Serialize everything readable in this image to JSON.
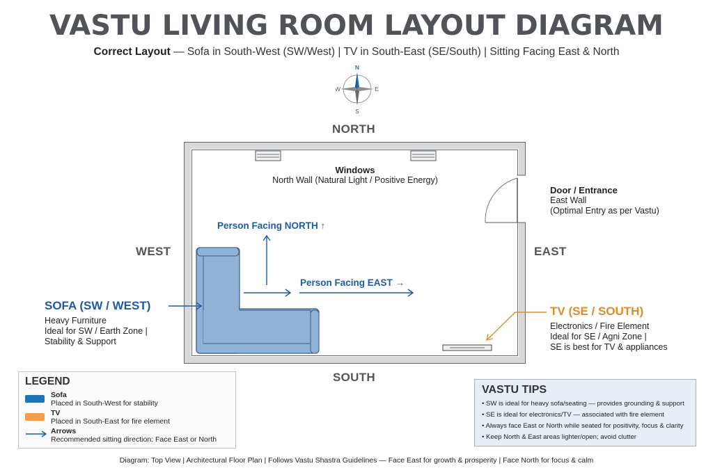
{
  "title": "VASTU LIVING ROOM LAYOUT DIAGRAM",
  "subtitle": {
    "bold": "Correct Layout",
    "rest": " — Sofa in South-West (SW/West) | TV in South-East (SE/South) | Sitting Facing East & North"
  },
  "compass": {
    "n": "N",
    "s": "S",
    "e": "E",
    "w": "W"
  },
  "directions": {
    "north": "NORTH",
    "south": "SOUTH",
    "east": "EAST",
    "west": "WEST"
  },
  "windows": {
    "title": "Windows",
    "desc": "North Wall (Natural Light / Positive Energy)"
  },
  "door": {
    "title": "Door / Entrance",
    "line1": "East Wall",
    "line2": "(Optimal Entry as per Vastu)"
  },
  "facing_north": "Person Facing NORTH ↑",
  "facing_east": "Person Facing EAST →",
  "sofa": {
    "title": "SOFA (SW / WEST)",
    "line1": "Heavy Furniture",
    "line2": "Ideal for SW / Earth Zone |",
    "line3": "Stability & Support"
  },
  "tv": {
    "title": "TV (SE / SOUTH)",
    "line1": "Electronics / Fire Element",
    "line2": "Ideal for SE / Agni Zone |",
    "line3": "SE is best for TV & appliances"
  },
  "legend": {
    "title": "LEGEND",
    "items": [
      {
        "name": "Sofa",
        "desc": "Placed in South-West for stability",
        "color": "#1f74b8"
      },
      {
        "name": "TV",
        "desc": "Placed in South-East for fire element",
        "color": "#f0a04a"
      },
      {
        "name": "Arrows",
        "desc": "Recommended sitting direction: Face East or North",
        "color": "#1f5a9e"
      }
    ]
  },
  "tips": {
    "title": "VASTU TIPS",
    "items": [
      "• SW is ideal for heavy sofa/seating — provides grounding & support",
      "• SE is ideal for electronics/TV — associated with fire element",
      "• Always face East or North while seated for positivity, focus & clarity",
      "• Keep North & East areas lighter/open; avoid clutter"
    ]
  },
  "footer": "Diagram: Top View | Architectural Floor Plan | Follows Vastu Shastra Guidelines — Face East for growth & prosperity | Face North for focus & calm",
  "colors": {
    "sofa_fill": "#8fb2d6",
    "sofa_stroke": "#3d5f86",
    "blue": "#1f5a9e",
    "orange": "#e38a26"
  }
}
